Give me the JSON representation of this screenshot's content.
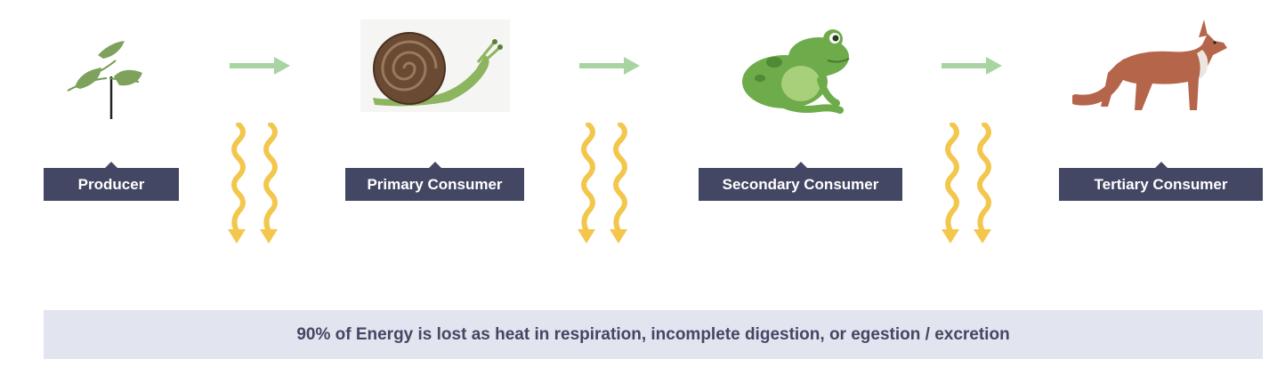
{
  "levels": [
    {
      "name": "Producer",
      "icon": "plant-icon"
    },
    {
      "name": "Primary Consumer",
      "icon": "snail-icon"
    },
    {
      "name": "Secondary Consumer",
      "icon": "frog-icon"
    },
    {
      "name": "Tertiary Consumer",
      "icon": "fox-icon"
    }
  ],
  "footer": {
    "text": "90% of Energy is lost as heat in respiration, incomplete digestion, or egestion / excretion"
  },
  "colors": {
    "label_bg": "#434763",
    "label_text": "#ffffff",
    "flow_arrow": "#a7d4a1",
    "heat_arrow": "#f3c64c",
    "footer_bg": "#e2e4ef",
    "footer_text": "#434763"
  }
}
